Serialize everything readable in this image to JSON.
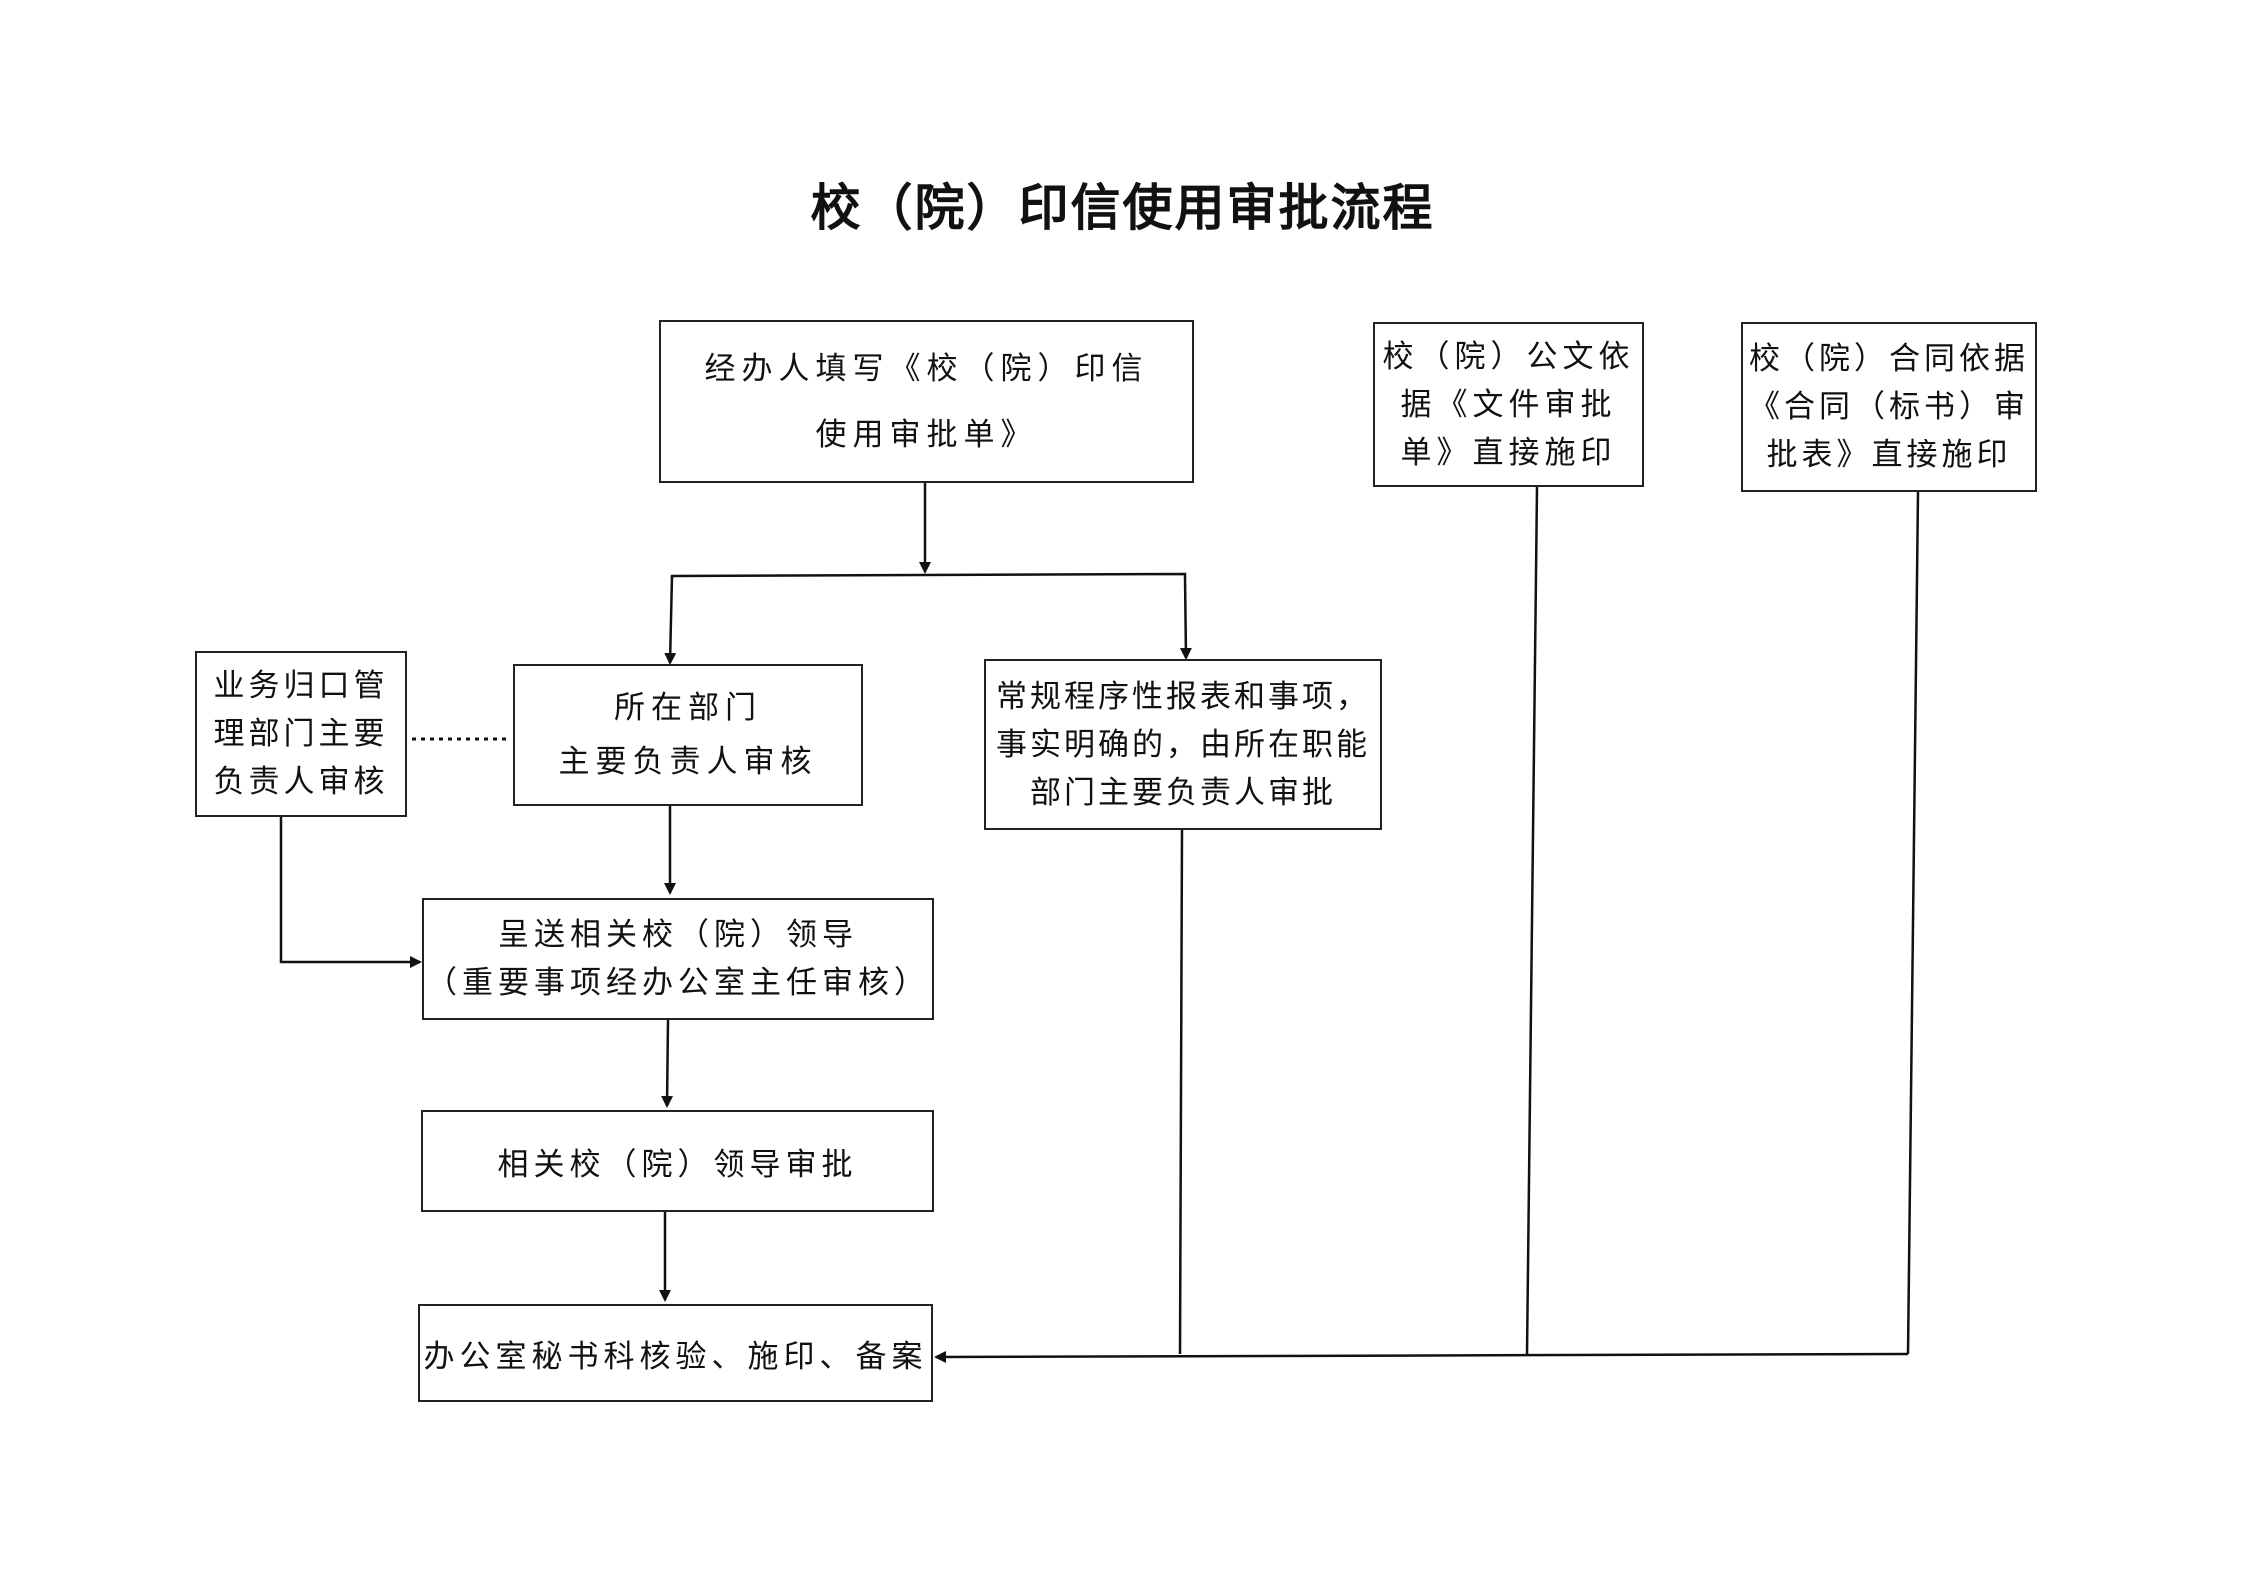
{
  "title": "校（院）印信使用审批流程",
  "boxes": {
    "start": [
      "经办人填写《校（院）印信",
      "使用审批单》"
    ],
    "dept_head": [
      "所在部门",
      "主要负责人审核"
    ],
    "business_dept": [
      "业务归口管",
      "理部门主要",
      "负责人审核"
    ],
    "routine": [
      "常规程序性报表和事项，",
      "事实明确的，由所在职能",
      "部门主要负责人审批"
    ],
    "document": [
      "校（院）公文依",
      "据《文件审批",
      "单》直接施印"
    ],
    "contract": [
      "校（院）合同依据",
      "《合同（标书）审",
      "批表》直接施印"
    ],
    "submit": [
      "呈送相关校（院）领导",
      "（重要事项经办公室主任审核）"
    ],
    "leader_approval": [
      "相关校（院）领导审批"
    ],
    "office": [
      "办公室秘书科核验、施印、备案"
    ]
  }
}
